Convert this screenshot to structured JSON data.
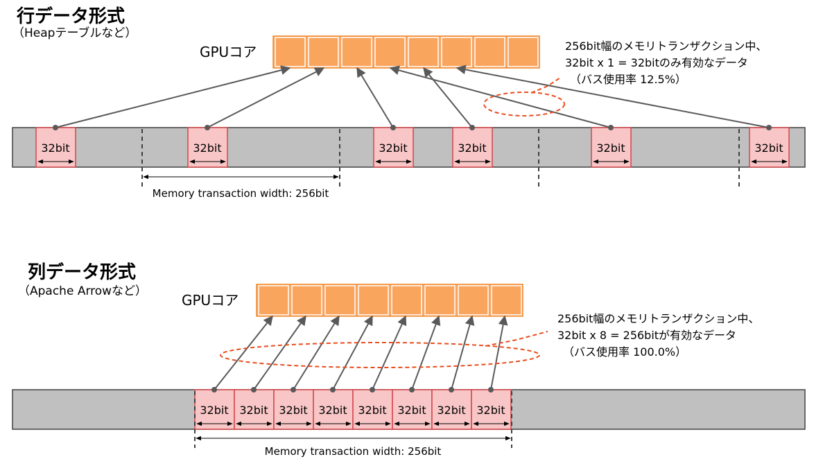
{
  "row_section": {
    "title": "行データ形式",
    "subtitle": "（Heapテーブルなど）",
    "gpu_label": "GPUコア",
    "cell_label": "32bit",
    "width_label": "Memory transaction width: 256bit",
    "note_lines": [
      "256bit幅のメモリトランザクション中、",
      "32bit x 1 = 32bitのみ有効なデータ",
      "（バス使用率 12.5%）"
    ]
  },
  "col_section": {
    "title": "列データ形式",
    "subtitle": "（Apache Arrowなど）",
    "gpu_label": "GPUコア",
    "cell_label": "32bit",
    "width_label": "Memory transaction width: 256bit",
    "note_lines": [
      "256bit幅のメモリトランザクション中、",
      "32bit x 8 = 256bitが有効なデータ",
      "（バス使用率 100.0%）"
    ]
  },
  "colors": {
    "memory_bar": "#c0c0c0",
    "gpu_core": "#f9a55e",
    "gpu_core_border": "#f08a2e",
    "cell_fill": "#f8c6c6",
    "cell_border": "#d2454a",
    "arrow": "#595959",
    "highlight_ellipse": "#e84c1e"
  }
}
